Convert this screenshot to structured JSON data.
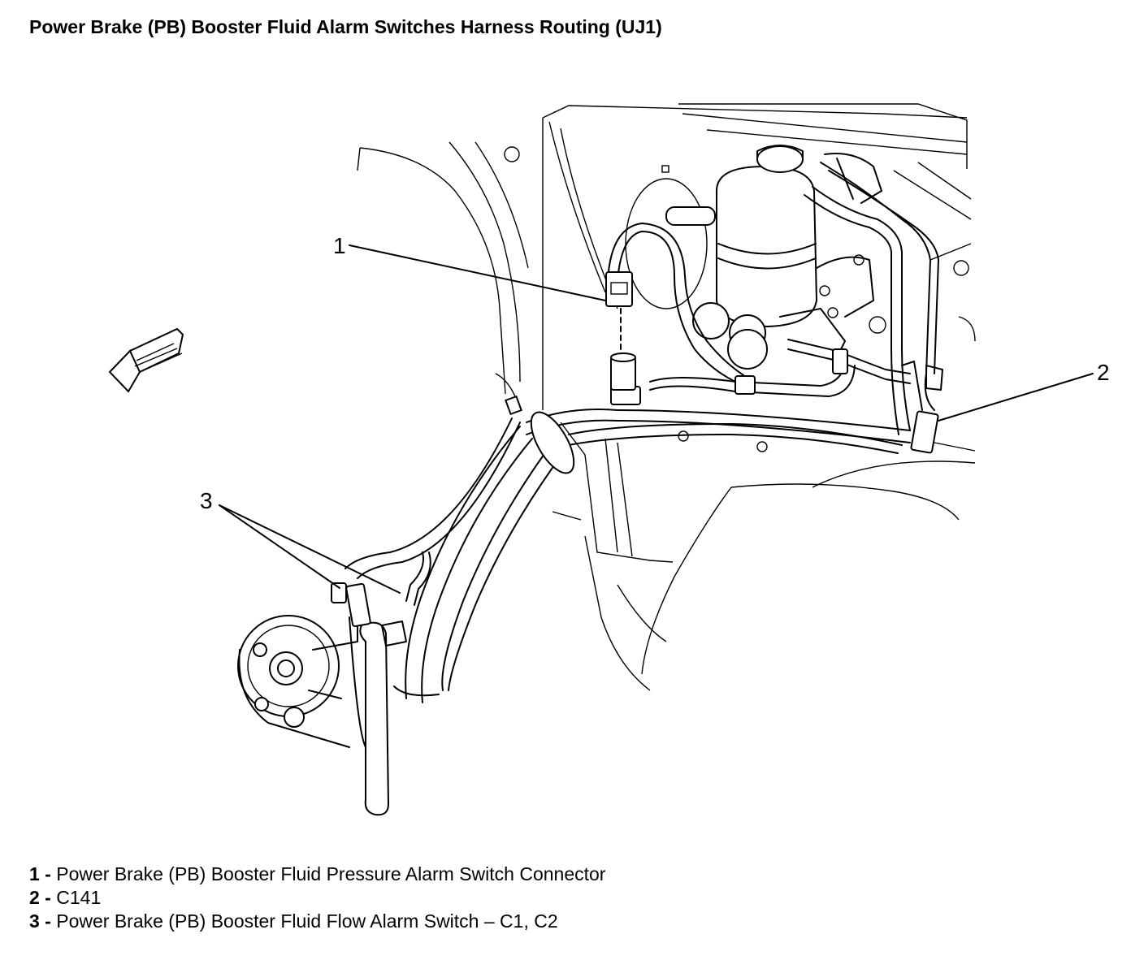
{
  "title": "Power Brake (PB) Booster Fluid Alarm Switches Harness Routing (UJ1)",
  "callouts": [
    {
      "label": "1"
    },
    {
      "label": "2"
    },
    {
      "label": "3"
    }
  ],
  "legend": [
    {
      "num": "1",
      "sep": " - ",
      "text": "Power Brake (PB) Booster Fluid Pressure Alarm Switch Connector"
    },
    {
      "num": "2",
      "sep": " - ",
      "text": "C141"
    },
    {
      "num": "3",
      "sep": " - ",
      "text": "Power Brake (PB) Booster Fluid Flow Alarm Switch – C1, C2"
    }
  ],
  "icons": {
    "direction_arrow": "front-direction-arrow-icon"
  }
}
